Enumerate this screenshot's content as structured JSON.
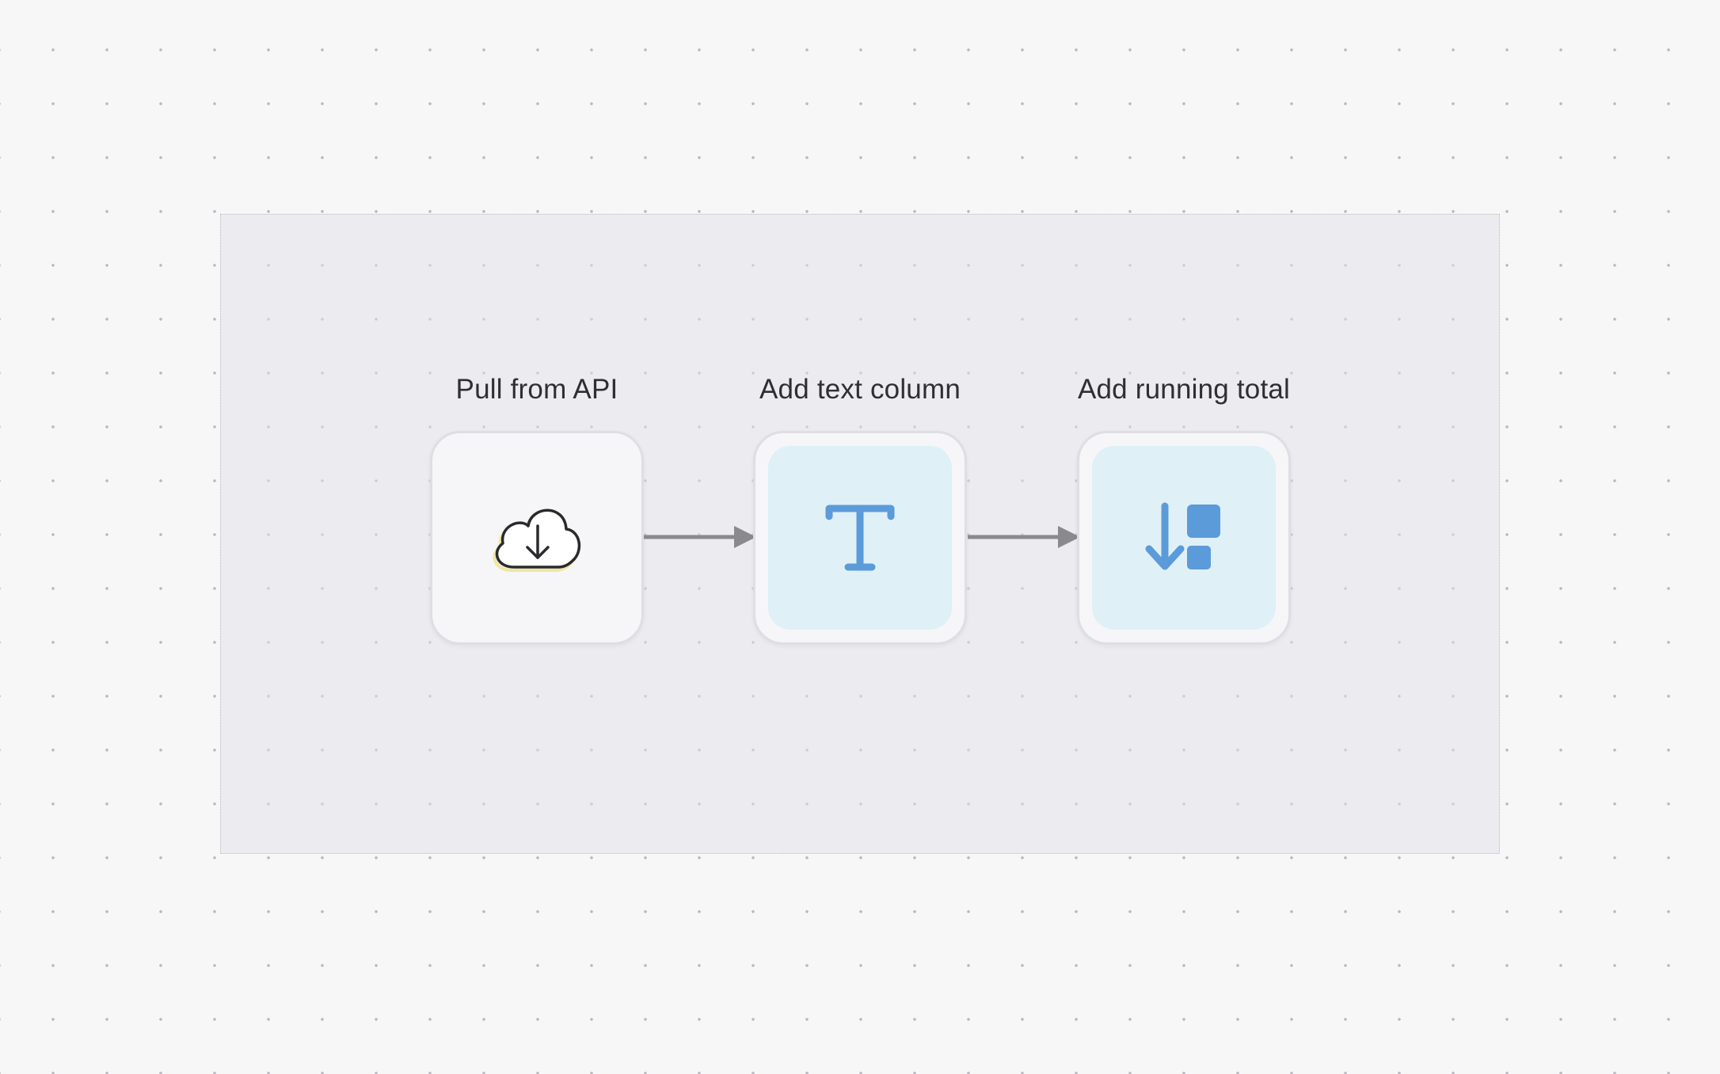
{
  "diagram": {
    "nodes": [
      {
        "id": "pull-from-api",
        "label": "Pull from API",
        "icon": "cloud-download-icon",
        "style": "plain"
      },
      {
        "id": "add-text-column",
        "label": "Add text column",
        "icon": "text-type-icon",
        "style": "tinted"
      },
      {
        "id": "add-running-total",
        "label": "Add running total",
        "icon": "running-total-icon",
        "style": "tinted"
      }
    ],
    "edges": [
      {
        "from": "pull-from-api",
        "to": "add-text-column"
      },
      {
        "from": "add-text-column",
        "to": "add-running-total"
      }
    ],
    "colors": {
      "accent_blue": "#5b9bd9",
      "tint_background": "#dff0f7",
      "connector_gray": "#8a8a8e",
      "cloud_highlight": "#efe6a0"
    }
  }
}
